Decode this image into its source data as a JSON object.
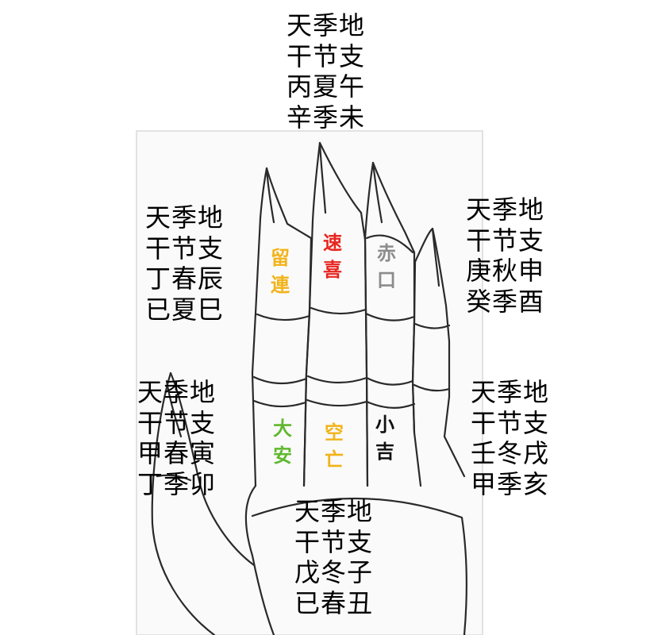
{
  "blocks": {
    "top": [
      "天季地",
      "干节支",
      "丙夏午",
      "辛季未"
    ],
    "upper_left": [
      "天季地",
      "干节支",
      "丁春辰",
      "已夏巳"
    ],
    "upper_right": [
      "天季地",
      "干节支",
      "庚秋申",
      "癸季酉"
    ],
    "lower_left": [
      "天季地",
      "干节支",
      "甲春寅",
      "丁季卯"
    ],
    "lower_right": [
      "天季地",
      "干节支",
      "壬冬戌",
      "甲季亥"
    ],
    "bottom": [
      "天季地",
      "干节支",
      "戊冬子",
      "已春丑"
    ]
  },
  "fingers": {
    "liulian": {
      "chars": [
        "留",
        "連"
      ],
      "color": "#f2b31a"
    },
    "suxi": {
      "chars": [
        "速",
        "喜"
      ],
      "color": "#e8251f"
    },
    "chikou": {
      "chars": [
        "赤",
        "口"
      ],
      "color": "#8c8c8c"
    },
    "daan": {
      "chars": [
        "大",
        "安"
      ],
      "color": "#5fb82e"
    },
    "kongwang": {
      "chars": [
        "空",
        "亡"
      ],
      "color": "#f2b31a"
    },
    "xiaoji": {
      "chars": [
        "小",
        "吉"
      ],
      "color": "#111111"
    }
  },
  "colors": {
    "line": "#2a2a2a",
    "background": "#ffffff"
  }
}
